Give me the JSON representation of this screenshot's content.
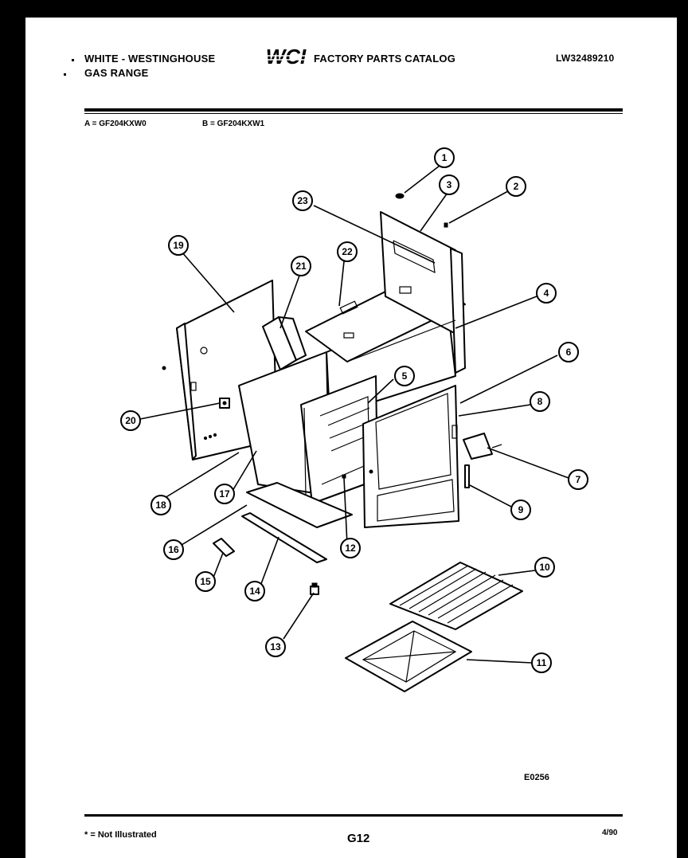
{
  "header": {
    "brand_line1": "WHITE - WESTINGHOUSE",
    "brand_line2": "GAS RANGE",
    "logo_text": "WCI",
    "catalog_title": "FACTORY PARTS CATALOG",
    "doc_number": "LW32489210"
  },
  "models": {
    "a": "A = GF204KXW0",
    "b": "B = GF204KXW1"
  },
  "callouts": [
    "1",
    "2",
    "3",
    "4",
    "5",
    "6",
    "7",
    "8",
    "9",
    "10",
    "11",
    "12",
    "13",
    "14",
    "15",
    "16",
    "17",
    "18",
    "19",
    "20",
    "21",
    "22",
    "23"
  ],
  "figure_code": "E0256",
  "footer": {
    "footnote": "* = Not Illustrated",
    "page": "G12",
    "date": "4/90"
  },
  "colors": {
    "background": "#000000",
    "sheet": "#ffffff",
    "ink": "#000000"
  }
}
